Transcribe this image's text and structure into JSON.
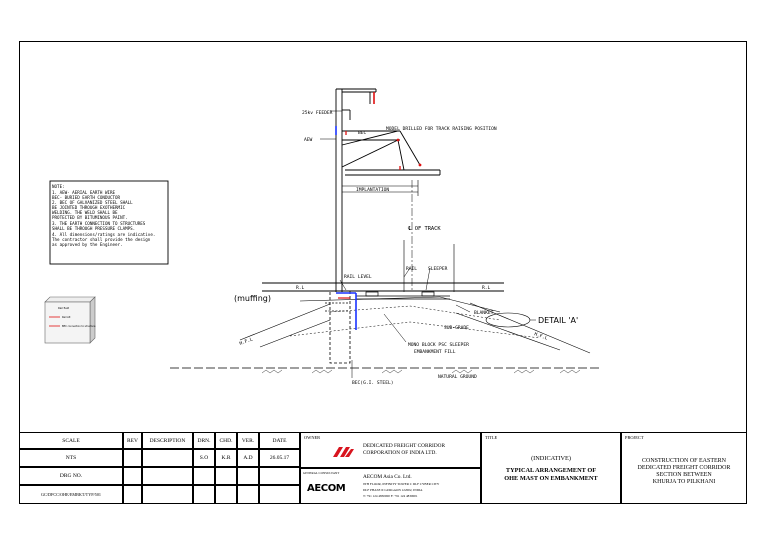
{
  "drawing": {
    "feeder_label": "25kv FEEDER",
    "aew_label": "AEW",
    "bec_label": "BEC",
    "model_label": "MODEL DRILLED FOR TRACK RAISING POSITION",
    "implantation_label": "IMPLANTATION",
    "cl_track_label": "℄ OF TRACK",
    "rail_level_label": "RAIL LEVEL",
    "rail_label": "RAIL",
    "sleeper_label": "SLEEPER",
    "muffing_label": "(muffing)",
    "rl_left": "R.L",
    "rl_right": "R.L",
    "detail_label": "DETAIL 'A'",
    "blanket_label": "BLANKET",
    "subgrade_label": "SUB-GRADE",
    "hfl_left": "H.F.L",
    "hfl_right": "H.F.L",
    "mono_block_label": "MONO BLOCK PSC SLEEPER",
    "embankment_label": "EMBANKMENT FILL",
    "natural_ground_label": "NATURAL GROUND",
    "bec_steel_label": "BEC(G.I. STEEL)"
  },
  "note": {
    "title": "NOTE:",
    "lines": [
      "1.    AEW- AERIAL EARTH WIRE",
      "       BEC- BURIED EARTH CONDUCTOR",
      "2.    BEC OF GALVANIZED STEEL SHALL",
      "       BE JOINTED THROUGH EXOTHERMIC",
      "       WELDING. THE WELD SHALL BE",
      "       PROTECTED BY BITUMINOUS PAINT.",
      "3.    THE EARTH CONNECTION TO STRUCTURES",
      "       SHALL BE THROUGH PRESSURE CLAMPS.",
      "4.    All dimensions/ratings are indicative.",
      "       The contractor shall provide the design",
      "       as approved by the Engineer."
    ]
  },
  "legend_box": {
    "title": "Rail field",
    "item1": "Rail Alt",
    "item2": "BEC connection to structure"
  },
  "title_block": {
    "scale_label": "SCALE",
    "scale_value": "NTS",
    "drg_no_label": "DRG NO.",
    "drg_no_value": "GC/DFCC/OHE/EMBKT/TYP/501",
    "rev_label": "REV",
    "description_label": "DESCRIPTION",
    "drn_label": "DRN.",
    "chd_label": "CHD.",
    "ver_label": "VER.",
    "date_label": "DATE",
    "drn_value": "S.O",
    "chd_value": "K.R",
    "ver_value": "A.D",
    "date_value": "26.05.17",
    "owner_label": "OWNER",
    "owner_name_1": "DEDICATED FREIGHT CORRIDOR",
    "owner_name_2": "CORPORATION OF INDIA LTD.",
    "consultant_label": "GENERAL CONSULTANT",
    "consultant_name": "AECOM Asia Co. Ltd.",
    "consultant_addr_1": "9TH FLOOR, INFINITY TOWER C DLF CYBER CITY",
    "consultant_addr_2": "DLF PHASE II GURGAON 122002, INDIA",
    "consultant_addr_3": "T: +91 124 4830000 F: +91 124 4830001",
    "aecom_logo_text": "AECOM",
    "title_label": "TITLE",
    "title_line_1": "(INDICATIVE)",
    "title_line_2": "TYPICAL ARRANGEMENT OF",
    "title_line_3": "OHE MAST ON EMBANKMENT",
    "project_label": "PROJECT",
    "project_line_1": "CONSTRUCTION OF EASTERN",
    "project_line_2": "DEDICATED FREIGHT CORRIDOR",
    "project_line_3": "SECTION BETWEEN",
    "project_line_4": "KHURJA TO PILKHANI"
  },
  "colors": {
    "line": "#000000",
    "blue": "#1a33ff",
    "red": "#e01010",
    "dfc_logo": "#d8141e"
  }
}
